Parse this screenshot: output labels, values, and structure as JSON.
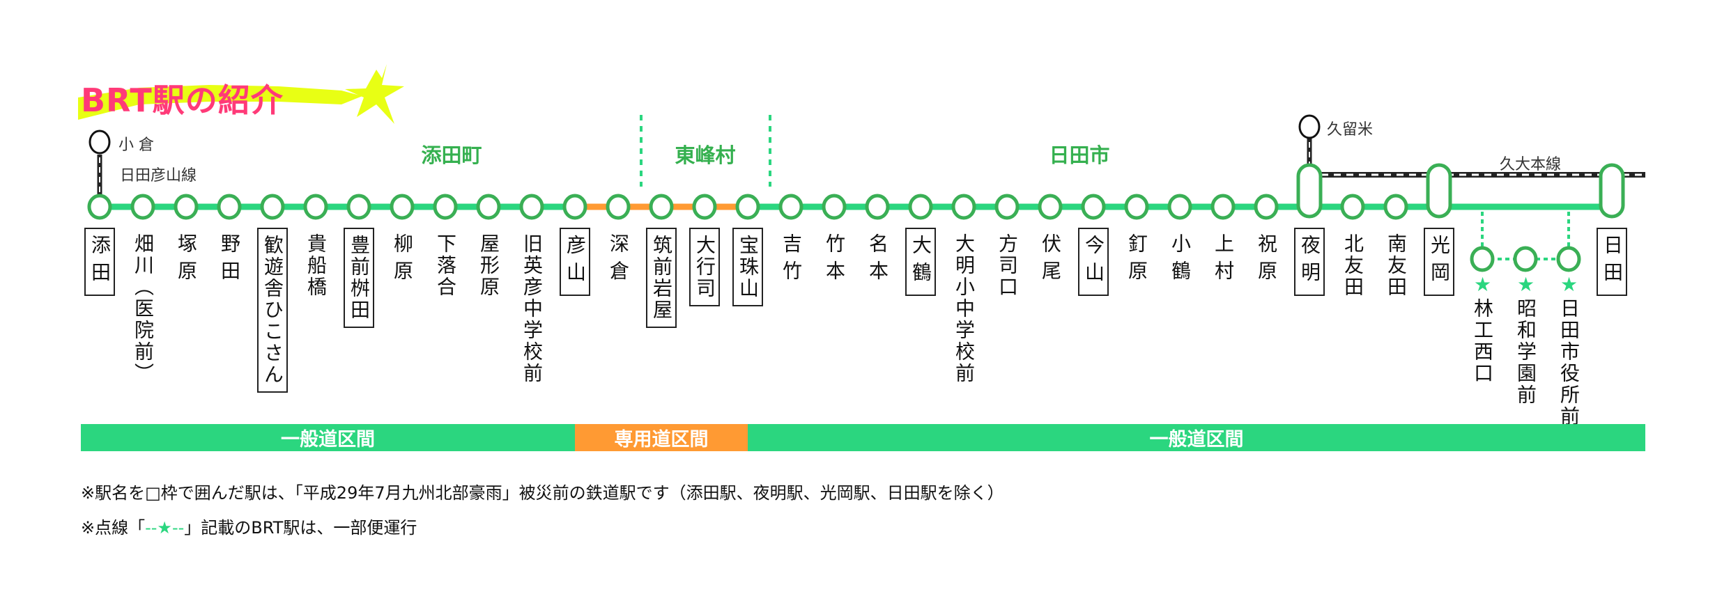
{
  "title": "BRT駅の紹介",
  "colors": {
    "line": "#2bd67f",
    "circle": "#3aaf55",
    "orange": "#ff9a33",
    "title": "#ff3a78",
    "swoosh": "#e8ff14"
  },
  "connections": {
    "kokura": "小 倉",
    "hitahikosan_line": "日田彦山線",
    "kurume": "久留米",
    "kyudai_line": "久大本線"
  },
  "regions": [
    "添田町",
    "東峰村",
    "日田市"
  ],
  "stations": [
    {
      "name": "添田",
      "boxed": true
    },
    {
      "name": "畑川（医院前）",
      "boxed": false
    },
    {
      "name": "塚原",
      "boxed": false
    },
    {
      "name": "野田",
      "boxed": false
    },
    {
      "name": "歓遊舎ひこさん",
      "boxed": true
    },
    {
      "name": "貴船橋",
      "boxed": false
    },
    {
      "name": "豊前桝田",
      "boxed": true
    },
    {
      "name": "柳原",
      "boxed": false
    },
    {
      "name": "下落合",
      "boxed": false
    },
    {
      "name": "屋形原",
      "boxed": false
    },
    {
      "name": "旧英彦中学校前",
      "boxed": false
    },
    {
      "name": "彦山",
      "boxed": true
    },
    {
      "name": "深倉",
      "boxed": false
    },
    {
      "name": "筑前岩屋",
      "boxed": true
    },
    {
      "name": "大行司",
      "boxed": true
    },
    {
      "name": "宝珠山",
      "boxed": true
    },
    {
      "name": "吉竹",
      "boxed": false
    },
    {
      "name": "竹本",
      "boxed": false
    },
    {
      "name": "名本",
      "boxed": false
    },
    {
      "name": "大鶴",
      "boxed": true
    },
    {
      "name": "大明小中学校前",
      "boxed": false
    },
    {
      "name": "方司口",
      "boxed": false
    },
    {
      "name": "伏尾",
      "boxed": false
    },
    {
      "name": "今山",
      "boxed": true
    },
    {
      "name": "釘原",
      "boxed": false
    },
    {
      "name": "小鶴",
      "boxed": false
    },
    {
      "name": "上村",
      "boxed": false
    },
    {
      "name": "祝原",
      "boxed": false
    },
    {
      "name": "夜明",
      "boxed": true,
      "capsule": true
    },
    {
      "name": "北友田",
      "boxed": false
    },
    {
      "name": "南友田",
      "boxed": false
    },
    {
      "name": "光岡",
      "boxed": true,
      "capsule": true
    },
    {
      "name": "日田",
      "boxed": true,
      "capsule": true,
      "slot": 35
    }
  ],
  "star_stations": [
    "林工西口",
    "昭和学園前",
    "日田市役所前"
  ],
  "star_symbol": "★",
  "sections": [
    "一般道区間",
    "専用道区間",
    "一般道区間"
  ],
  "notes": {
    "note1_a": "※駅名を",
    "note1_box": "□",
    "note1_b": "枠で囲んだ駅は、「平成29年7月九州北部豪雨」被災前の鉄道駅です（添田駅、夜明駅、光岡駅、日田駅を除く）",
    "note2_a": "※点線「",
    "note2_mark": "--★--",
    "note2_b": "」記載のBRT駅は、一部便運行"
  }
}
